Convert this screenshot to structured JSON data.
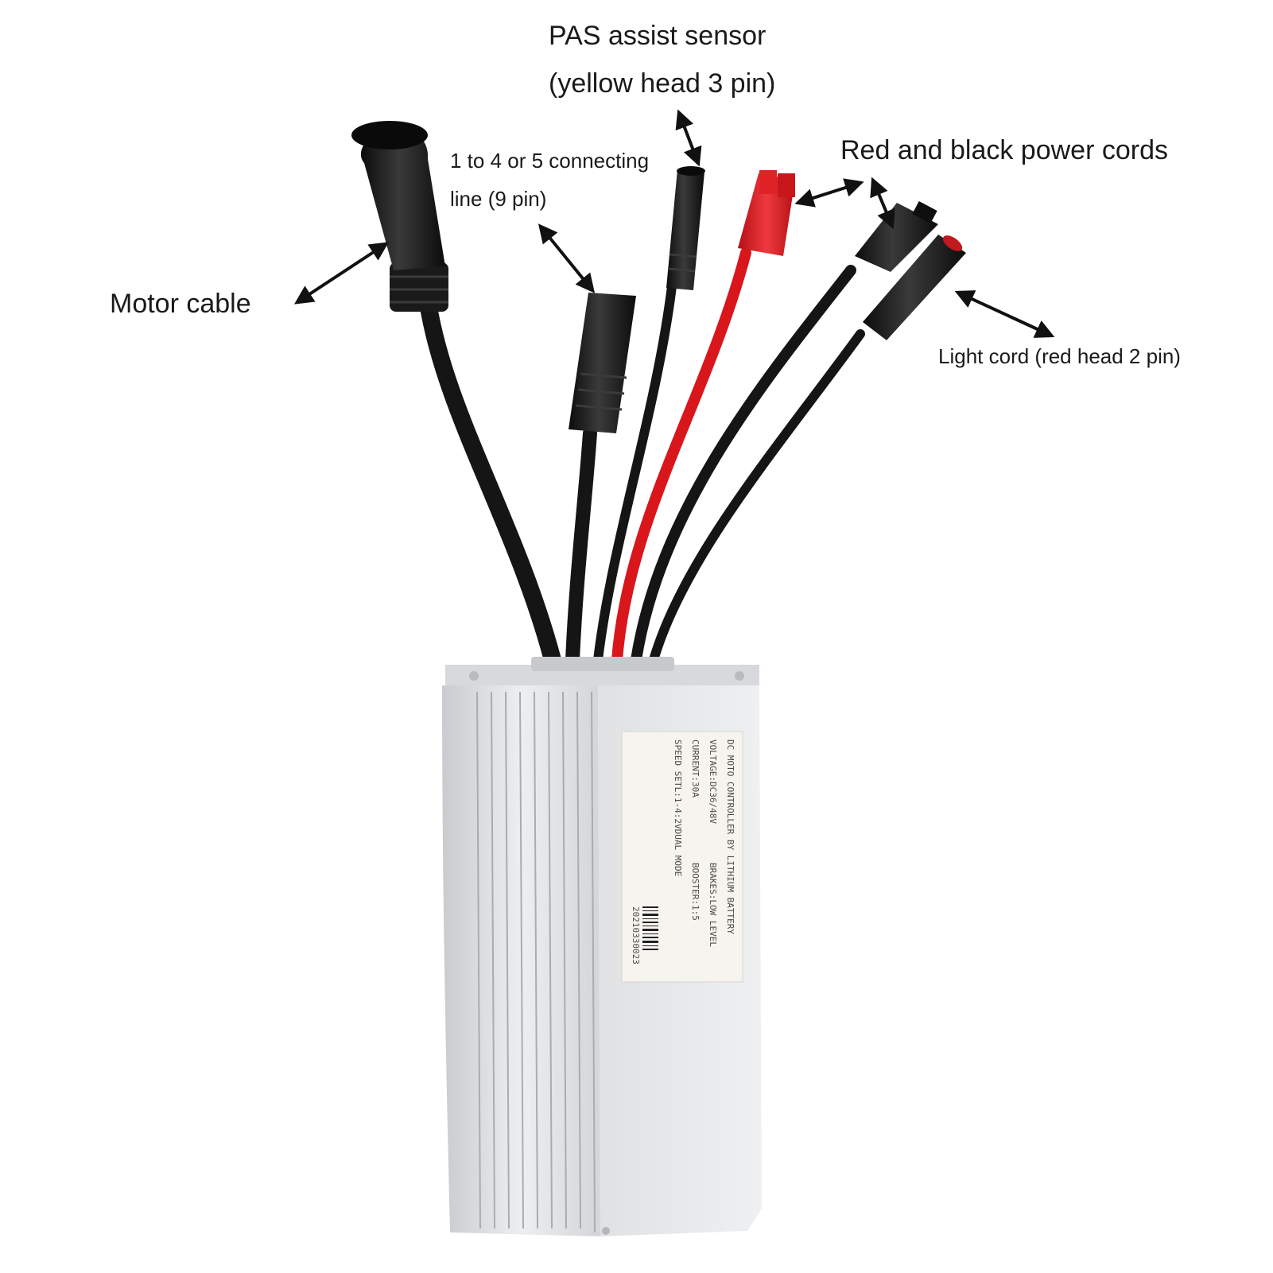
{
  "callouts": {
    "pas_line1": "PAS assist sensor",
    "pas_line2": "(yellow head 3 pin)",
    "connecting_line1": "1 to 4 or 5 connecting",
    "connecting_line2": "line (9 pin)",
    "power_cords": "Red and black power cords",
    "motor_cable": "Motor cable",
    "light_cord": "Light cord (red head 2 pin)"
  },
  "controller_label": {
    "line1": "DC MOTO CONTROLLER BY LITHIUM BATTERY",
    "line2": "VOLTAGE:DC36/48V",
    "line2b": "BRAKES:LOW LEVEL",
    "line3": "CURRENT:30A",
    "line3b": "BOOSTER:1:5",
    "line4": "SPEED SETL:1-4:2VDUAL MODE",
    "serial": "20210330023"
  },
  "colors": {
    "cable": "#151515",
    "red_cable": "#d8161c",
    "housing": "#e2e3e5",
    "text": "#1a1a1a"
  }
}
